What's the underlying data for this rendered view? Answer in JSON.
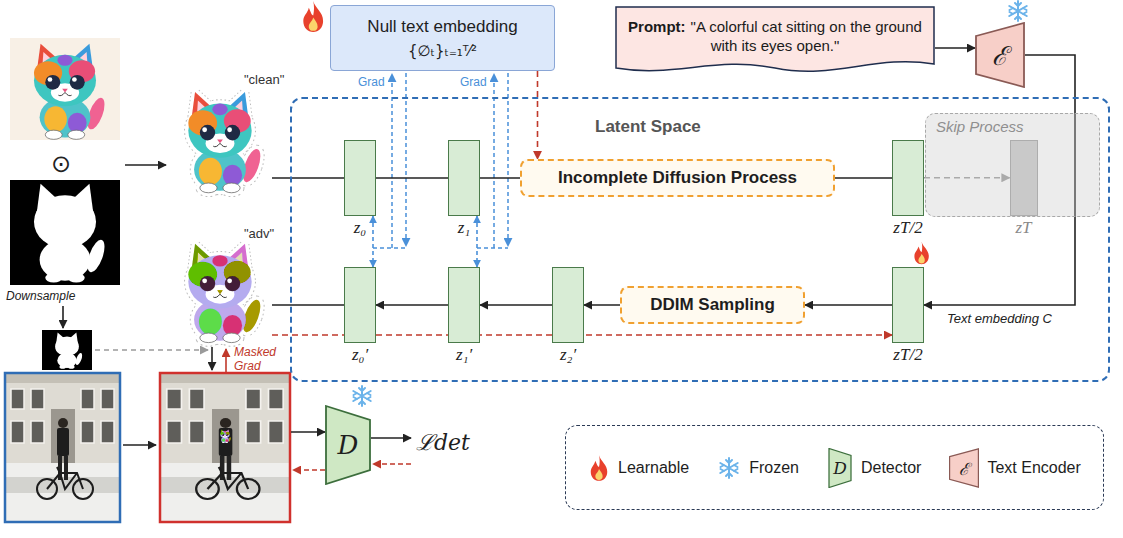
{
  "diagram": {
    "nodes": [
      {
        "text": [
          "Null text embedding",
          "{∅ₜ}ₜ₌₁ᵀ⁄²"
        ]
      },
      {
        "text": [
          "Prompt:",
          "\"A colorful cat sitting on the ground with its eyes open.\""
        ]
      },
      {
        "text": [
          "ℰ"
        ]
      },
      {
        "text": [
          "Latent Space"
        ]
      },
      {
        "text": [
          "z₀"
        ],
        "in": 3
      },
      {
        "text": [
          "z₁"
        ],
        "in": 3
      },
      {
        "text": [
          "Incomplete Diffusion Process"
        ],
        "in": 3
      },
      {
        "text": [
          "zT/2"
        ],
        "in": 3
      },
      {
        "text": [
          "Skip Process"
        ],
        "in": 3
      },
      {
        "text": [
          "zT"
        ],
        "in": 8
      },
      {
        "text": [
          "z₀′"
        ],
        "in": 3
      },
      {
        "text": [
          "z₁′"
        ],
        "in": 3
      },
      {
        "text": [
          "z₂′"
        ],
        "in": 3
      },
      {
        "text": [
          "DDIM Sampling"
        ],
        "in": 3
      },
      {
        "text": [
          "zT/2"
        ],
        "in": 3
      },
      {
        "text": [
          "D"
        ]
      }
    ],
    "edges": [
      {
        "from": 1,
        "to": 2,
        "arrow": "to"
      },
      {
        "from": 2,
        "to": 14,
        "arrow": "to",
        "label": "Text embedding C"
      },
      {
        "from": 4,
        "to": 5,
        "arrow": "none"
      },
      {
        "from": 5,
        "to": 6,
        "arrow": "none"
      },
      {
        "from": 6,
        "to": 7,
        "arrow": "none"
      },
      {
        "from": 7,
        "to": 9,
        "arrow": "to"
      },
      {
        "from": 0,
        "to": 6,
        "arrow": "to"
      },
      {
        "from": 4,
        "to": 10,
        "arrow": "both"
      },
      {
        "from": 5,
        "to": 11,
        "arrow": "both"
      },
      {
        "from": 14,
        "to": 13,
        "arrow": "to"
      },
      {
        "from": 13,
        "to": 12,
        "arrow": "to"
      },
      {
        "from": 12,
        "to": 11,
        "arrow": "to"
      },
      {
        "from": 11,
        "to": 10,
        "arrow": "to"
      },
      {
        "from": 10,
        "to": 14,
        "arrow": "to"
      }
    ],
    "labels": [
      "\"clean\"",
      "\"adv\"",
      "⊙",
      "Downsample",
      "Masked Grad",
      "Grad",
      "Grad",
      "ℒdet",
      "D",
      "ℰ"
    ],
    "legend": [
      {
        "text": "Learnable"
      },
      {
        "text": "Frozen"
      },
      {
        "text": "Detector"
      },
      {
        "text": "Text Encoder"
      }
    ]
  }
}
